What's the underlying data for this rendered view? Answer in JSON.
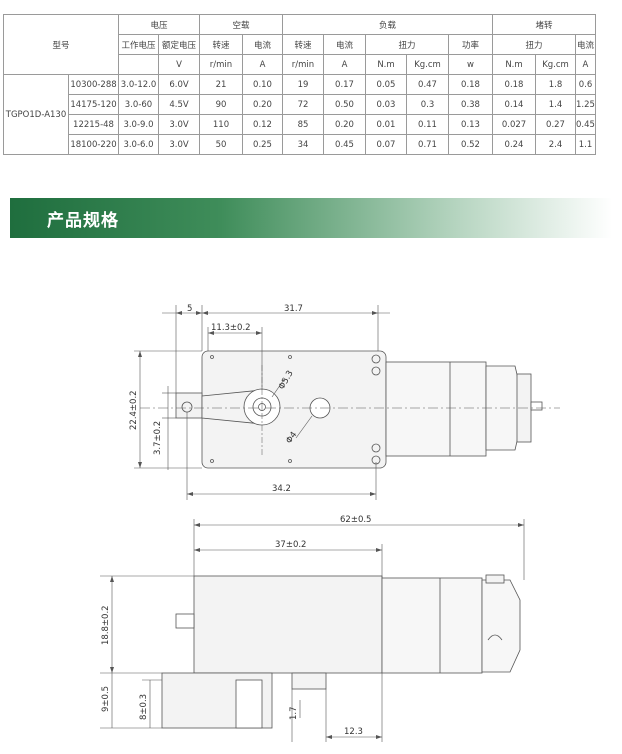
{
  "table": {
    "headers": {
      "model": "型号",
      "voltage": "电压",
      "no_load": "空载",
      "load": "负载",
      "stall": "堵转",
      "working_voltage": "工作电压",
      "rated_voltage": "额定电压",
      "speed": "转速",
      "current": "电流",
      "torque": "扭力",
      "power": "功率"
    },
    "units": {
      "v": "V",
      "speed": "r/min",
      "current": "A",
      "nm": "N.m",
      "kgcm": "Kg.cm",
      "power": "w"
    },
    "series": "TGPO1D-A130",
    "rows": [
      {
        "model": "10300-288",
        "working": "3.0-12.0",
        "rated": "6.0V",
        "nl_speed": "21",
        "nl_current": "0.10",
        "l_speed": "19",
        "l_current": "0.17",
        "l_nm": "0.05",
        "l_kgcm": "0.47",
        "power": "0.18",
        "s_nm": "0.18",
        "s_kgcm": "1.8",
        "s_current": "0.6"
      },
      {
        "model": "14175-120",
        "working": "3.0-60",
        "rated": "4.5V",
        "nl_speed": "90",
        "nl_current": "0.20",
        "l_speed": "72",
        "l_current": "0.50",
        "l_nm": "0.03",
        "l_kgcm": "0.3",
        "power": "0.38",
        "s_nm": "0.14",
        "s_kgcm": "1.4",
        "s_current": "1.25"
      },
      {
        "model": "12215-48",
        "working": "3.0-9.0",
        "rated": "3.0V",
        "nl_speed": "110",
        "nl_current": "0.12",
        "l_speed": "85",
        "l_current": "0.20",
        "l_nm": "0.01",
        "l_kgcm": "0.11",
        "power": "0.13",
        "s_nm": "0.027",
        "s_kgcm": "0.27",
        "s_current": "0.45"
      },
      {
        "model": "18100-220",
        "working": "3.0-6.0",
        "rated": "3.0V",
        "nl_speed": "50",
        "nl_current": "0.25",
        "l_speed": "34",
        "l_current": "0.45",
        "l_nm": "0.07",
        "l_kgcm": "0.71",
        "power": "0.52",
        "s_nm": "0.24",
        "s_kgcm": "2.4",
        "s_current": "1.1"
      }
    ]
  },
  "banner": {
    "title": "产品规格"
  },
  "drawing": {
    "top_view": {
      "dim_5": "5",
      "dim_31_7": "31.7",
      "dim_11_3": "11.3±0.2",
      "dim_phi5_3": "Φ5.3",
      "dim_phi4": "Φ4",
      "dim_22_4": "22.4±0.2",
      "dim_3_7": "3.7±0.2",
      "dim_34_2": "34.2"
    },
    "side_view": {
      "dim_62": "62±0.5",
      "dim_37": "37±0.2",
      "dim_18_8": "18.8±0.2",
      "dim_9": "9±0.5",
      "dim_8": "8±0.3",
      "dim_1_7": "1.7",
      "dim_12_3": "12.3"
    }
  }
}
